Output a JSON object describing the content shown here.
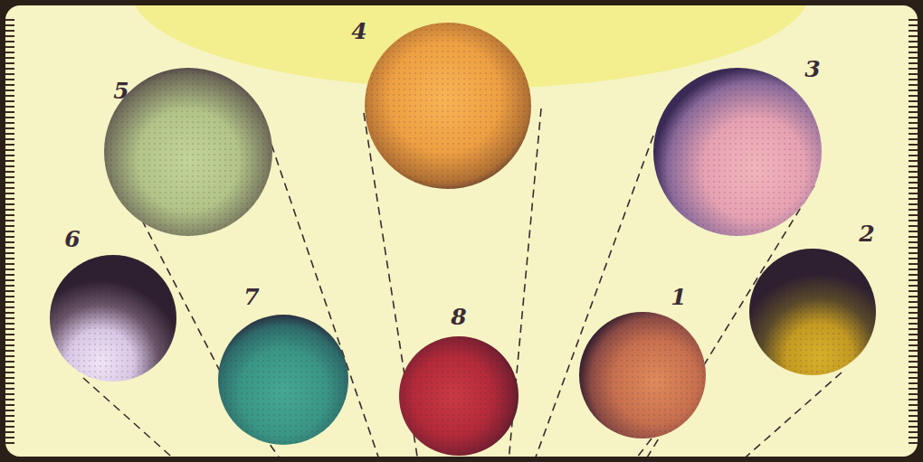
{
  "diagram": {
    "labels": [
      "4",
      "5",
      "3",
      "6",
      "2",
      "7",
      "8",
      "1"
    ]
  }
}
